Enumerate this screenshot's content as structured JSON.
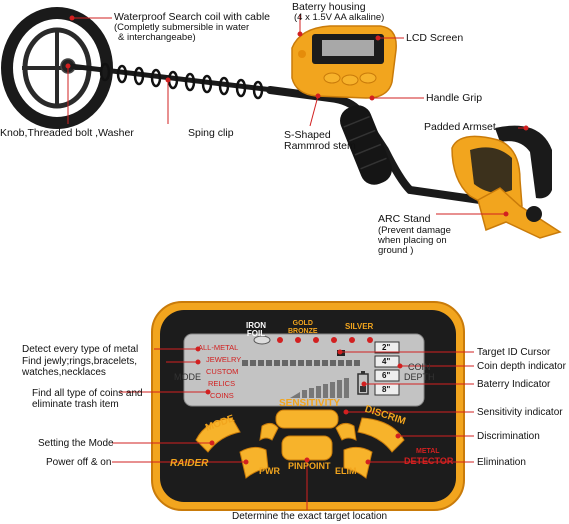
{
  "top": {
    "coil_title": "Waterproof Search coil with cable",
    "coil_sub1": "(Completly submersible in water",
    "coil_sub2": "& interchangeabe)",
    "battery_title": "Baterry housing",
    "battery_sub": "(4 x 1.5V AA alkaline)",
    "lcd": "LCD Screen",
    "handle": "Handle Grip",
    "armset": "Padded Armset",
    "knob": "Knob,Threaded bolt ,Washer",
    "spring": "Sping clip",
    "srod1": "S-Shaped",
    "srod2": "Rammrod stem",
    "arc_title": "ARC Stand",
    "arc_sub1": "(Prevent damage",
    "arc_sub2": "when placing on",
    "arc_sub3": "ground )"
  },
  "panel_labels": {
    "detect_all": "Detect every type of metal",
    "jewelry1": "Find jewly;rings,bracelets,",
    "jewelry2": "watches,necklaces",
    "coins1": "Find all type of coins and",
    "coins2": "eliminate trash item",
    "setting": "Setting the Mode",
    "power": "Power off & on",
    "cursor": "Target ID Cursor",
    "depth": "Coin depth indicator",
    "battery": "Baterry Indicator",
    "sensitivity": "Sensitivity indicator",
    "discrimination": "Discrimination",
    "elimination": "Elimination",
    "pinpoint": "Determine the exact target location"
  },
  "lcd": {
    "iron_foil_1": "IRON",
    "iron_foil_2": "FOIL",
    "gold_bronze_1": "GOLD",
    "gold_bronze_2": "BRONZE",
    "silver": "SILVER",
    "modes": [
      "ALL-METAL",
      "JEWELRY",
      "CUSTOM",
      "RELICS",
      "COINS"
    ],
    "mode_label": "MODE",
    "depths": [
      "2\"",
      "4\"",
      "6\"",
      "8\""
    ],
    "coin_depth_1": "COIN",
    "coin_depth_2": "DEPTH"
  },
  "panel": {
    "sensitivity": "SENSITIVITY",
    "mode": "MODE",
    "discrim": "DISCRIM",
    "pwr": "PWR",
    "pinpoint": "PINPOINT",
    "elim": "ELIM",
    "brand": "RAIDER",
    "metal": "METAL",
    "detector": "DETECTOR"
  },
  "colors": {
    "housing": "#f2a51e",
    "housing_dark": "#d9840c",
    "panel_black": "#1c1c1c",
    "lcd_gray": "#b9b9b9",
    "accent_red": "#d22020"
  }
}
